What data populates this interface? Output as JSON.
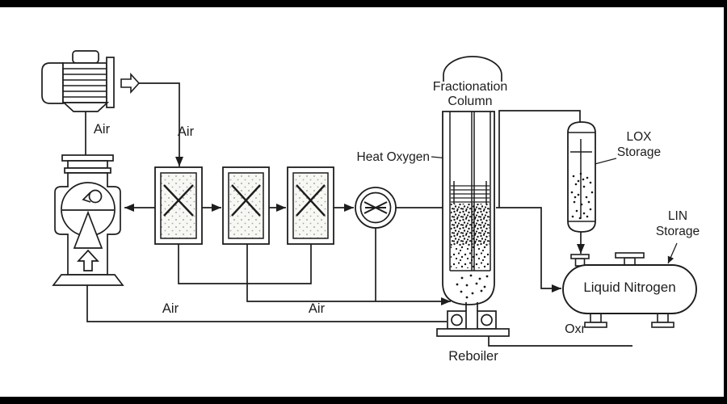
{
  "colors": {
    "ink": "#1d1d1d",
    "background": "#ffffff",
    "letterbox": "#000000"
  },
  "labels": {
    "air_motor": "Air",
    "air_feed": "Air",
    "air_return_left": "Air",
    "air_return_mid": "Air",
    "fractionation_line1": "Fractionation",
    "fractionation_line2": "Column",
    "heat_oxygen": "Heat Oxygen",
    "lox_line1": "LOX",
    "lox_line2": "Storage",
    "lin_line1": "LIN",
    "lin_line2": "Storage",
    "liquid_nitrogen": "Liquid Nitrogen",
    "oxr": "Oxr",
    "reboiler": "Reboiler"
  }
}
